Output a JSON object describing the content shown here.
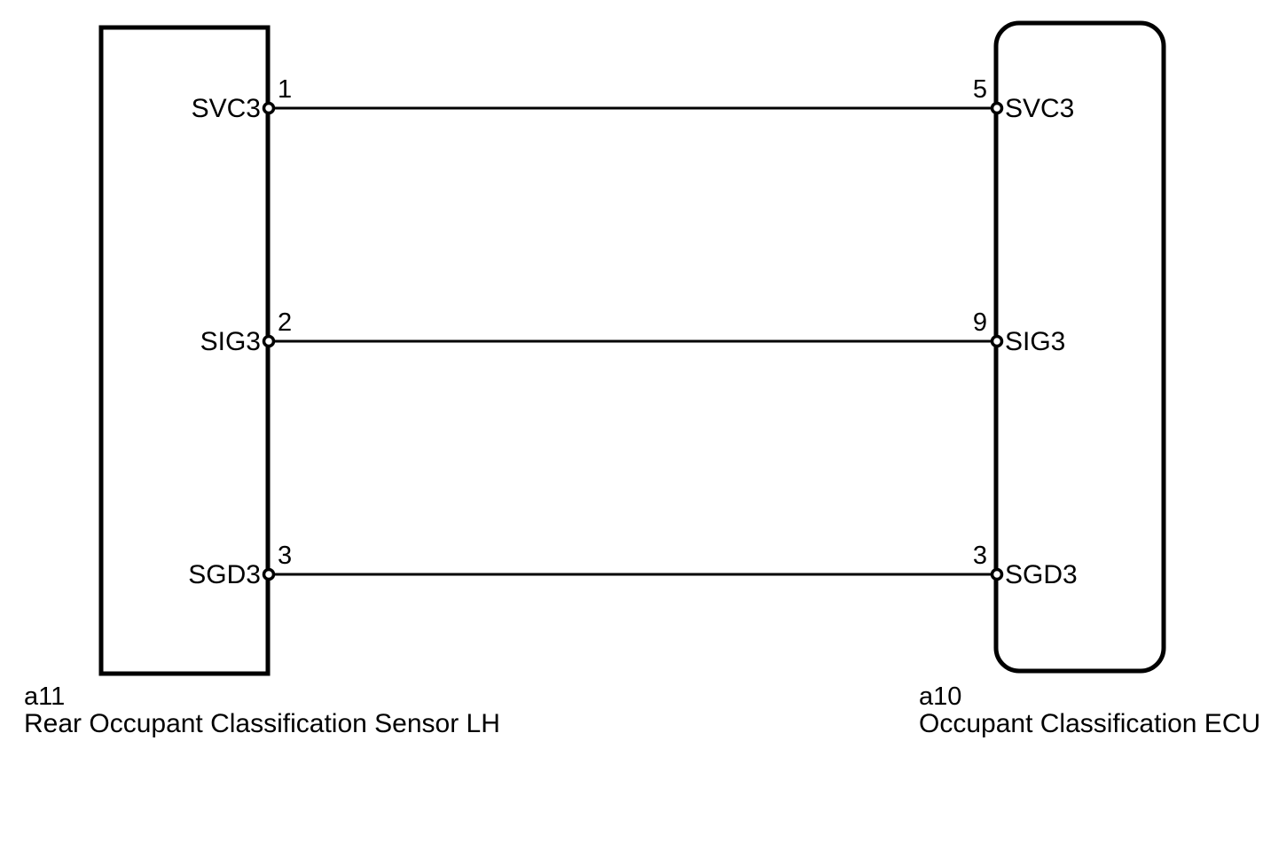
{
  "diagram": {
    "type": "automotive-wiring-diagram",
    "background_color": "#ffffff",
    "line_color": "#000000",
    "connectors": [
      {
        "id": "left",
        "code": "a11",
        "name": "Rear Occupant Classification Sensor LH",
        "shape": "rectangle"
      },
      {
        "id": "right",
        "code": "a10",
        "name": "Occupant Classification ECU",
        "shape": "rounded-rectangle"
      }
    ],
    "connections": [
      {
        "signal": "SVC3",
        "left_pin": "1",
        "left_label": "SVC3",
        "right_pin": "5",
        "right_label": "SVC3"
      },
      {
        "signal": "SIG3",
        "left_pin": "2",
        "left_label": "SIG3",
        "right_pin": "9",
        "right_label": "SIG3"
      },
      {
        "signal": "SGD3",
        "left_pin": "3",
        "left_label": "SGD3",
        "right_pin": "3",
        "right_label": "SGD3"
      }
    ]
  }
}
